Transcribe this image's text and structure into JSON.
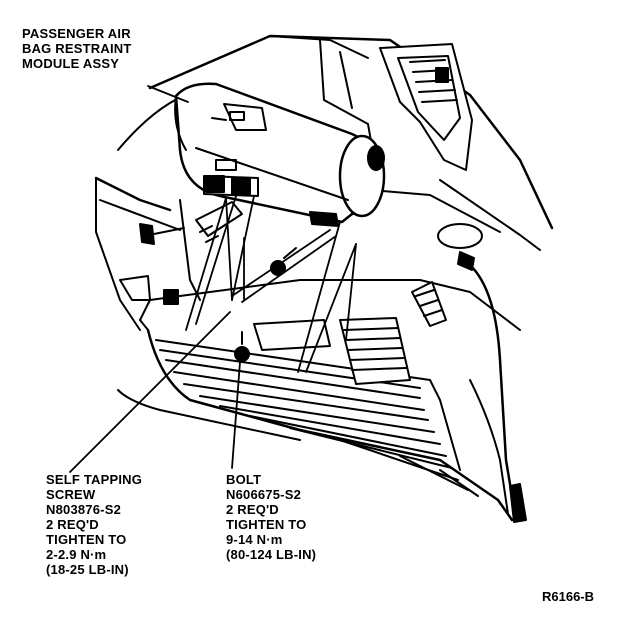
{
  "labels": {
    "module": [
      "PASSENGER AIR",
      "BAG RESTRAINT",
      "MODULE ASSY"
    ],
    "screw": [
      "SELF TAPPING",
      "SCREW",
      "N803876-S2",
      "2 REQ'D",
      "TIGHTEN TO",
      "2-2.9 N·m",
      "(18-25 LB-IN)"
    ],
    "bolt": [
      "BOLT",
      "N606675-S2",
      "2 REQ'D",
      "TIGHTEN TO",
      "9-14 N·m",
      "(80-124 LB-IN)"
    ]
  },
  "figure_ref": "R6166-B",
  "colors": {
    "ink": "#000000",
    "paper": "#ffffff"
  }
}
